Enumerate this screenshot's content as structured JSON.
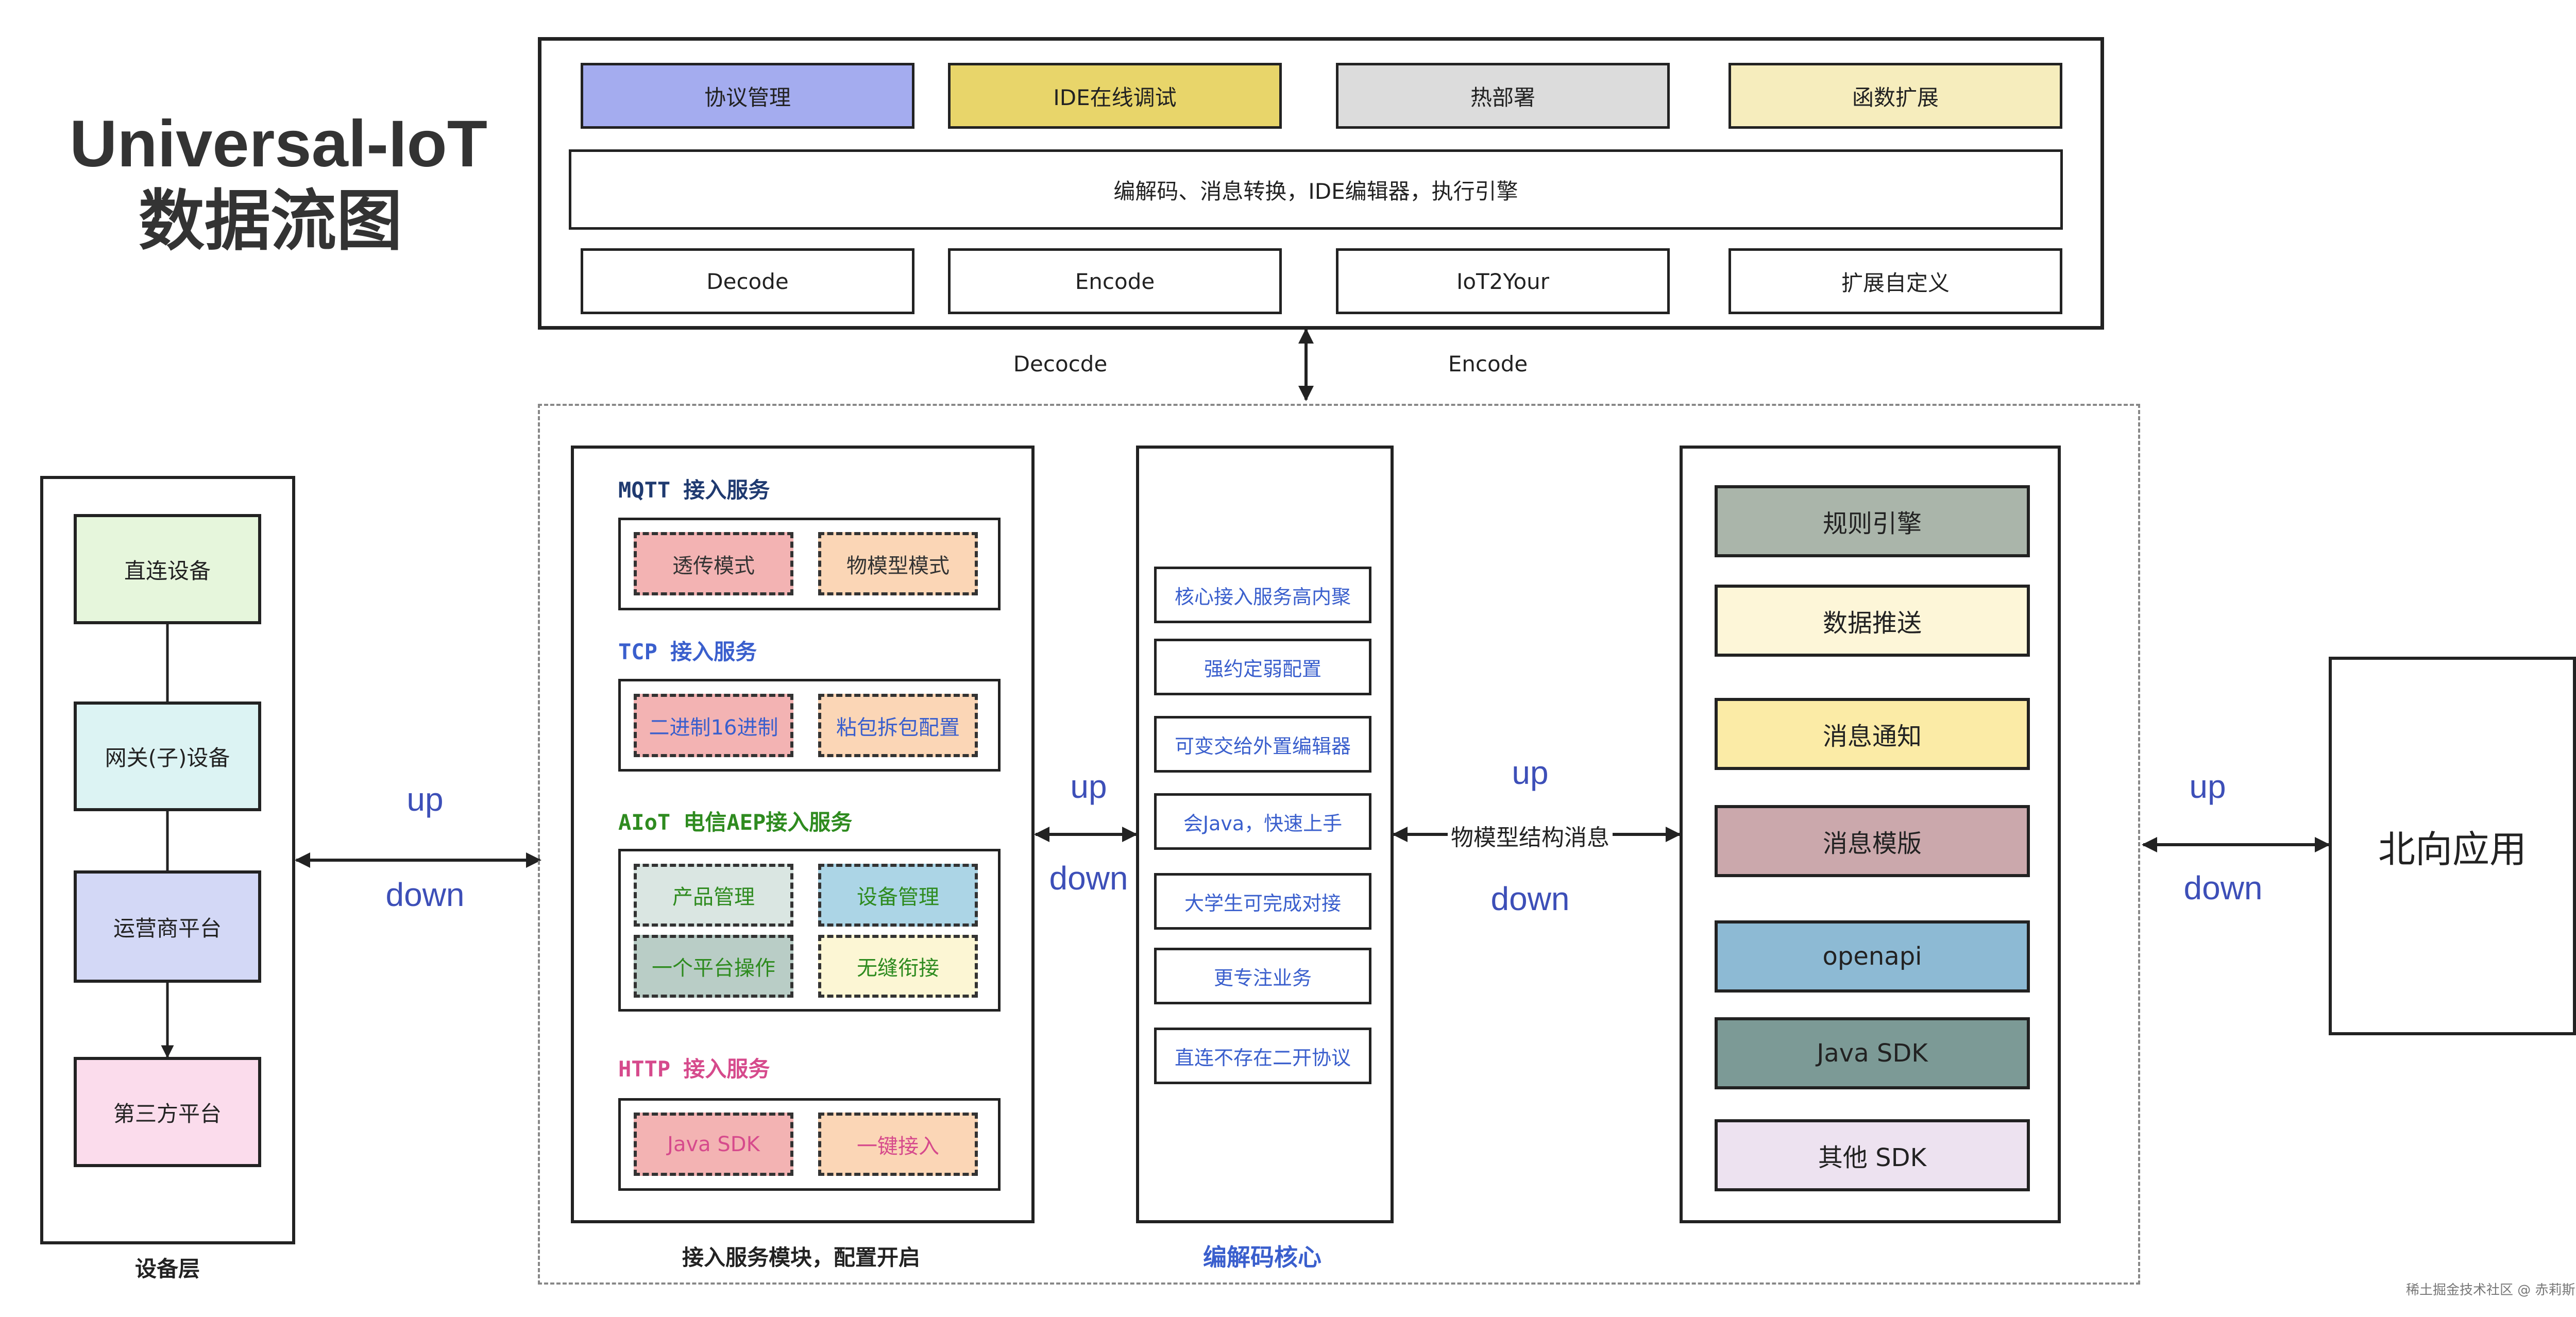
{
  "title": {
    "line1": "Universal-IoT",
    "line2": "数据流图"
  },
  "top_panel": {
    "row1": [
      {
        "label": "协议管理",
        "color": "#a4acef"
      },
      {
        "label": "IDE在线调试",
        "color": "#e8d56a"
      },
      {
        "label": "热部署",
        "color": "#dcdcdc"
      },
      {
        "label": "函数扩展",
        "color": "#f6edbd"
      }
    ],
    "summary": "编解码、消息转换，IDE编辑器，执行引擎",
    "row3": [
      "Decode",
      "Encode",
      "IoT2Your",
      "扩展自定义"
    ],
    "left_label": "Decocde",
    "right_label": "Encode"
  },
  "device_layer": {
    "caption": "设备层",
    "items": [
      {
        "label": "直连设备",
        "color": "#e6f6dc"
      },
      {
        "label": "网关(子)设备",
        "color": "#dcf3f3"
      },
      {
        "label": "运营商平台",
        "color": "#d3d8f6"
      },
      {
        "label": "第三方平台",
        "color": "#fbdcec"
      }
    ]
  },
  "access": {
    "caption": "接入服务模块，配置开启",
    "sections": [
      {
        "title": "MQTT 接入服务",
        "color": "#1f3a70",
        "items": [
          {
            "label": "透传模式",
            "color": "#f3b3b3",
            "text": "#333"
          },
          {
            "label": "物模型模式",
            "color": "#fbd6b6",
            "text": "#333"
          }
        ]
      },
      {
        "title": "TCP 接入服务",
        "color": "#3a5fcd",
        "items": [
          {
            "label": "二进制16进制",
            "color": "#f3b3b3",
            "text": "#3a5fcd"
          },
          {
            "label": "粘包拆包配置",
            "color": "#fbd6b6",
            "text": "#3a5fcd"
          }
        ]
      },
      {
        "title": "AIoT 电信AEP接入服务",
        "color": "#2e8b1f",
        "items": [
          {
            "label": "产品管理",
            "color": "#dae6e2",
            "text": "#2e8b1f"
          },
          {
            "label": "设备管理",
            "color": "#acd5e6",
            "text": "#2e8b1f"
          },
          {
            "label": "一个平台操作",
            "color": "#b9cdc6",
            "text": "#2e8b1f"
          },
          {
            "label": "无缝衔接",
            "color": "#fcf6d4",
            "text": "#2e8b1f"
          }
        ]
      },
      {
        "title": "HTTP 接入服务",
        "color": "#d64a8c",
        "items": [
          {
            "label": "Java SDK",
            "color": "#f3b3b3",
            "text": "#d64a8c"
          },
          {
            "label": "一键接入",
            "color": "#fbd6b6",
            "text": "#d64a8c"
          }
        ]
      }
    ]
  },
  "codec": {
    "caption": "编解码核心",
    "items": [
      "核心接入服务高内聚",
      "强约定弱配置",
      "可变交给外置编辑器",
      "会Java，快速上手",
      "大学生可完成对接",
      "更专注业务",
      "直连不存在二开协议"
    ]
  },
  "middle_link": {
    "label": "物模型结构消息"
  },
  "outputs": {
    "items": [
      {
        "label": "规则引擎",
        "color": "#aab5aa"
      },
      {
        "label": "数据推送",
        "color": "#fdf6d8"
      },
      {
        "label": "消息通知",
        "color": "#fbeba6"
      },
      {
        "label": "消息模版",
        "color": "#cba8ac"
      },
      {
        "label": "openapi",
        "color": "#8dbad4"
      },
      {
        "label": "Java SDK",
        "color": "#7c9a96"
      },
      {
        "label": "其他 SDK",
        "color": "#ede2f0"
      }
    ]
  },
  "north": {
    "label": "北向应用"
  },
  "arrows": {
    "up": "up",
    "down": "down"
  },
  "watermark": "稀土掘金技术社区 @ 赤莉斯NexIoT"
}
